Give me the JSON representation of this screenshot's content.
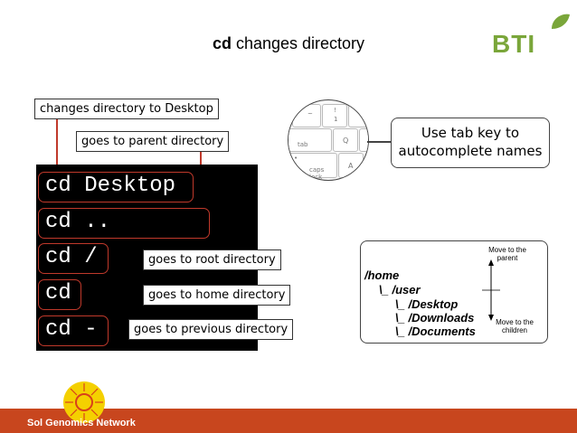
{
  "slide": {
    "title_command": "cd",
    "title_rest": " changes directory",
    "logo_text": "BTI",
    "footer_text": "Sol Genomics Network"
  },
  "terminal": {
    "commands": [
      "cd Desktop",
      "cd ..",
      "cd /",
      "cd",
      "cd -"
    ]
  },
  "notes": {
    "desktop": "changes directory to Desktop",
    "parent": "goes to parent directory",
    "root": "goes to root directory",
    "home": "goes to home directory",
    "previous": "goes to previous directory",
    "tab": "Use tab key to autocomplete names"
  },
  "keyboard": {
    "keys": [
      "~",
      "!",
      "1",
      "tab",
      "Q",
      "•",
      "caps lock",
      "A"
    ]
  },
  "tree": {
    "items": [
      "/home",
      "\\_ /user",
      "\\_ /Desktop",
      "\\_ /Downloads",
      "\\_ /Documents"
    ],
    "up_label": "Move to the parent",
    "down_label": "Move to the children"
  },
  "colors": {
    "accent_red": "#c0392b",
    "logo_green": "#7aa63a",
    "footer": "#c8461e"
  }
}
